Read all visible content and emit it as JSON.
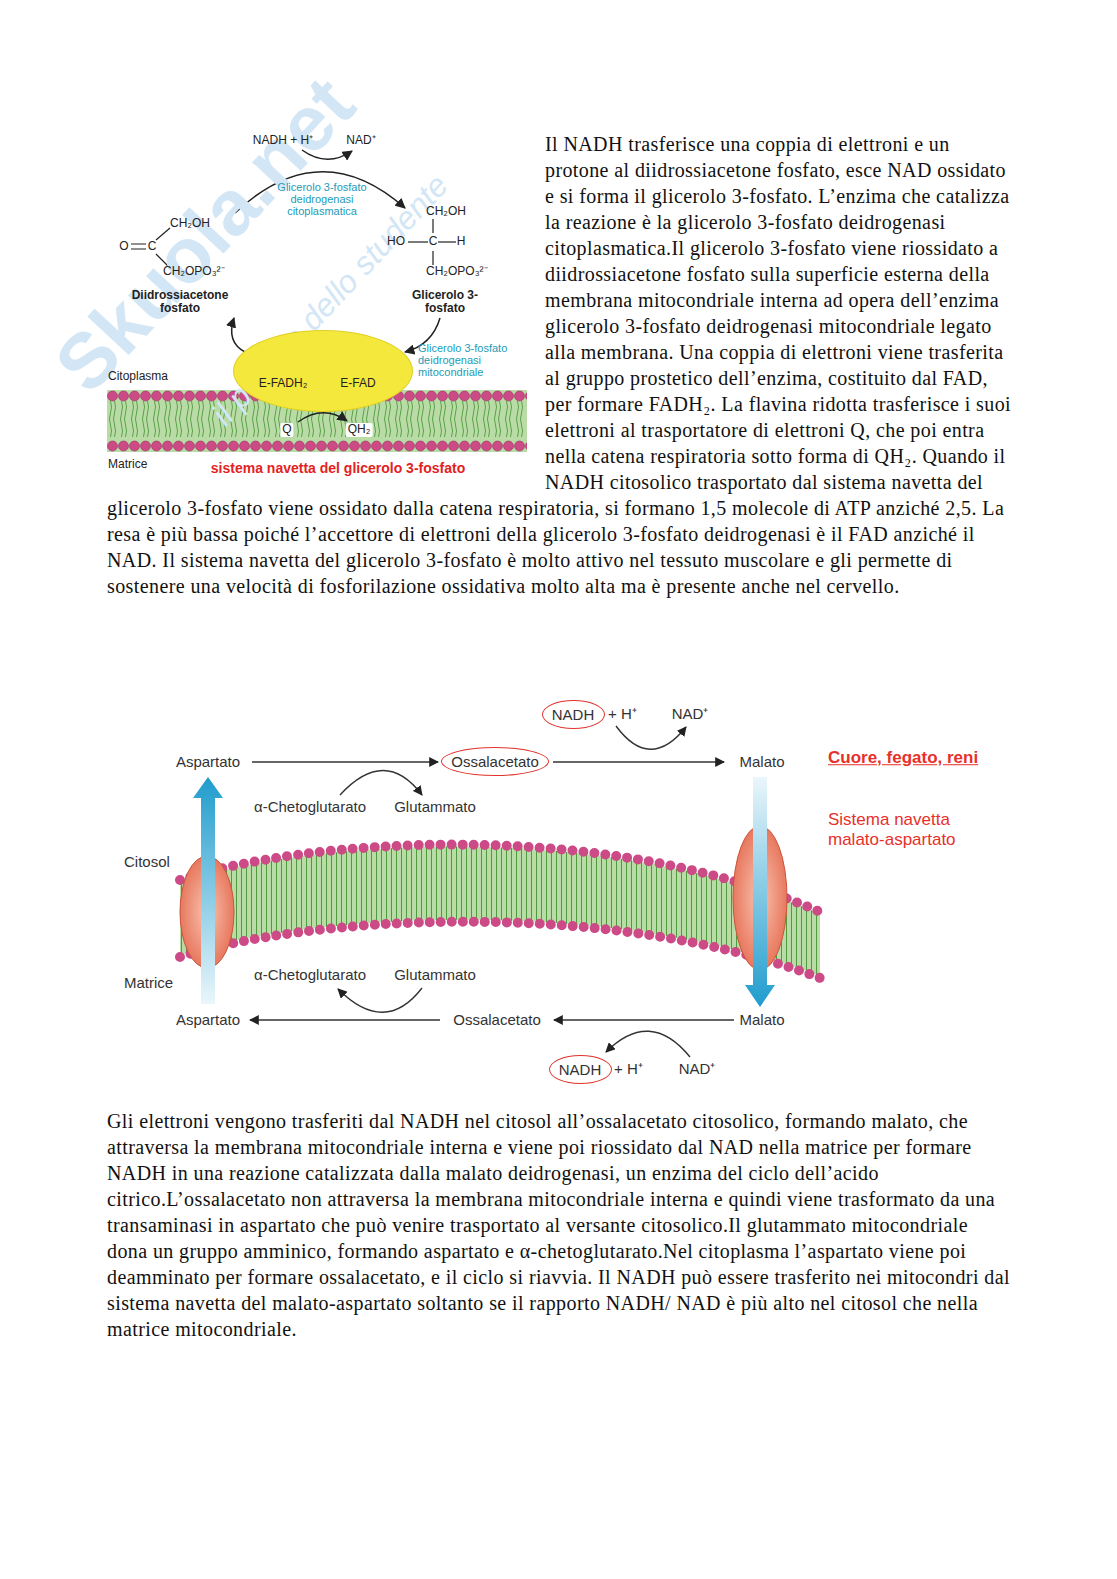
{
  "diagram": {
    "nodes": [
      {
        "text": [
          "E-FADH₂",
          "E-FAD"
        ]
      },
      {
        "text": [
          "NADH"
        ]
      },
      {
        "text": [
          "Ossalacetato"
        ]
      },
      {
        "text": [
          "NADH"
        ]
      }
    ],
    "labels": [
      "Skuola.net",
      "il portale dello studente",
      "NADH + H⁺",
      "NAD⁺",
      "Glicerolo 3-fosfato deidrogenasi citoplasmatica",
      "CH₂OH",
      "O",
      "C",
      "CH₂OPO₃²⁻",
      "Diidrossiacetone fosfato",
      "CH₂OH",
      "HO",
      "C",
      "H",
      "CH₂OPO₃²⁻",
      "Glicerolo 3-fosfato",
      "Glicerolo 3-fosfato deidrogenasi mitocondriale",
      "Citoplasma",
      "Q",
      "QH₂",
      "Matrice",
      "sistema navetta del glicerolo 3-fosfato",
      "Il NADH trasferisce una coppia di elettroni e un protone al diidrossiacetone fosfato, esce NAD ossidato e si forma il glicerolo 3-fosfato. L’enzima che catalizza la reazione è la glicerolo 3-fosfato deidrogenasi citoplasmatica.Il glicerolo 3-fosfato viene riossidato a diidrossiacetone fosfato sulla superficie esterna della membrana mitocondriale interna ad opera dell’enzima glicerolo 3-fosfato deidrogenasi mitocondriale legato alla membrana. Una coppia di elettroni viene trasferita al gruppo prostetico dell’enzima, costituito dal FAD, per formare FADH₂. La flavina ridotta trasferisce i suoi elettroni al trasportatore di elettroni Q, che poi entra nella catena respiratoria sotto forma di QH₂. Quando il NADH citosolico trasportato dal sistema navetta del glicerolo 3-fosfato viene ossidato dalla catena respiratoria, si formano 1,5 molecole di ATP anziché 2,5. La resa è più bassa poiché l’accettore di elettroni della glicerolo 3-fosfato deidrogenasi è il FAD anziché il NAD. Il sistema navetta del glicerolo 3-fosfato è molto attivo nel tessuto muscolare e gli permette di sostenere una velocità di fosforilazione ossidativa molto alta ma è presente anche nel cervello.",
      "Aspartato",
      "α-Chetoglutarato",
      "Glutammato",
      "+ H⁺",
      "NAD⁺",
      "Malato",
      "Cuore, fegato, reni",
      "Sistema navetta malato-aspartato",
      "Citosol",
      "Matrice",
      "α-Chetoglutarato",
      "Glutammato",
      "Aspartato",
      "Ossalacetato",
      "Malato",
      "+ H⁺",
      "NAD⁺",
      "Gli elettroni vengono trasferiti dal NADH nel citosol all’ossalacetato citosolico, formando malato, che attraversa la membrana mitocondriale interna e viene poi riossidato dal NAD nella matrice per formare NADH in una reazione catalizzata dalla malato deidrogenasi, un enzima del ciclo dell’acido citrico.L’ossalacetato non attraversa la membrana mitocondriale interna e quindi viene trasformato da una transaminasi in aspartato che può venire trasportato al versante citosolico.Il glutammato mitocondriale dona un gruppo amminico, formando aspartato e α-chetoglutarato.Nel citoplasma l’aspartato viene poi deamminato per formare ossalacetato, e il ciclo si riavvia. Il NADH può essere trasferito nei mitocondri dal sistema navetta del malato-aspartato soltanto se il rapporto NADH/ NAD è più alto nel citosol che nella matrice mitocondriale."
    ]
  }
}
